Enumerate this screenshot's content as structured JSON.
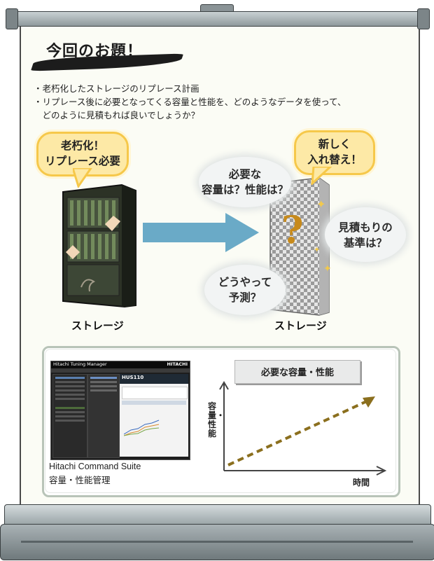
{
  "title": "今回のお題！",
  "bullets": [
    "・老朽化したストレージのリプレース計画",
    "・リプレース後に必要となってくる容量と性能を、どのようなデータを使って、",
    "　どのように見積もれば良いでしょうか？"
  ],
  "old_bubble": {
    "line1": "老朽化！",
    "line2": "リプレース必要"
  },
  "new_bubble": {
    "line1": "新しく",
    "line2": "入れ替え！"
  },
  "clouds": {
    "capacity": {
      "line1": "必要な",
      "line2": "容量は？性能は？"
    },
    "criteria": {
      "line1": "見積もりの",
      "line2": "基準は？"
    },
    "forecast": {
      "line1": "どうやって",
      "line2": "予測？"
    }
  },
  "question_mark": "?",
  "storage_label_left": "ストレージ",
  "storage_label_right": "ストレージ",
  "screenshot": {
    "window_title": "Hitachi Tuning Manager",
    "brand": "HITACHI",
    "system_name": "HUS110"
  },
  "product": {
    "line1": "Hitachi Command Suite",
    "line2": "容量・性能管理"
  },
  "chart": {
    "title": "必要な容量・性能",
    "y_label": "容量・性能",
    "x_label": "時間"
  },
  "colors": {
    "arrow": "#6aaac7",
    "bubble_fill": "#fde9a6",
    "bubble_border": "#f6c84a",
    "trend": "#8b6f1e"
  }
}
